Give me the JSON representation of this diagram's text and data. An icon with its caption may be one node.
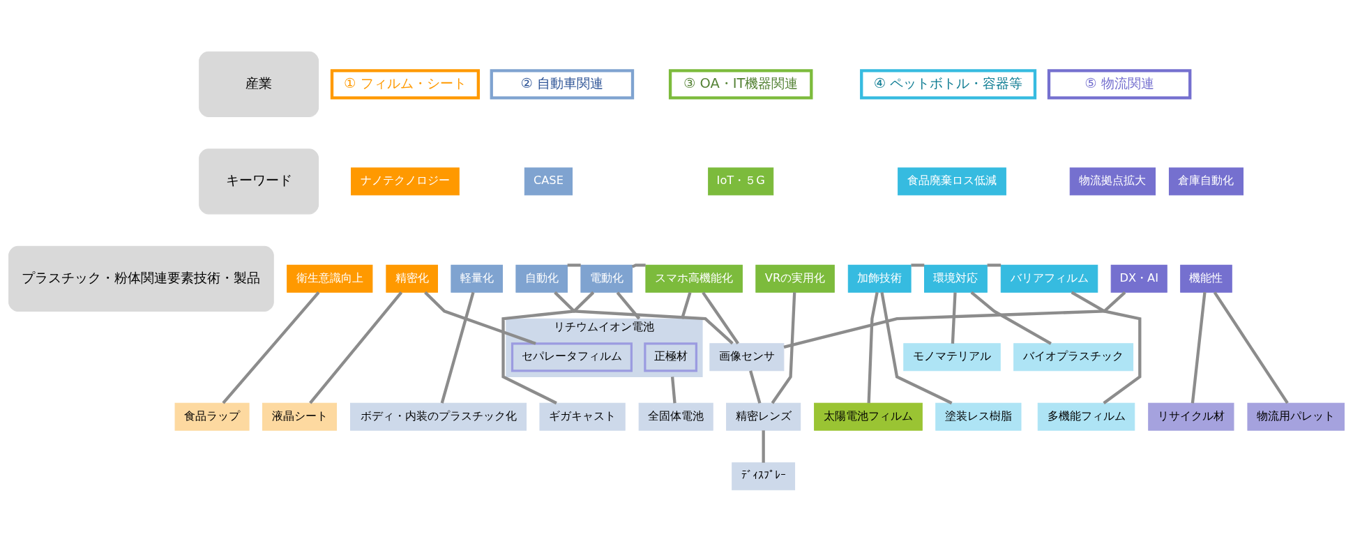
{
  "diagram": {
    "nodes": [
      {
        "text": [
          "産業"
        ]
      },
      {
        "text": [
          "① フィルム・シート"
        ]
      },
      {
        "text": [
          "② 自動車関連"
        ]
      },
      {
        "text": [
          "③ OA・IT機器関連"
        ]
      },
      {
        "text": [
          "④ ペットボトル・容器等"
        ]
      },
      {
        "text": [
          "⑤ 物流関連"
        ]
      },
      {
        "text": [
          "キーワード"
        ]
      },
      {
        "text": [
          "ナノテクノロジー"
        ]
      },
      {
        "text": [
          "CASE"
        ]
      },
      {
        "text": [
          "IoT・５G"
        ]
      },
      {
        "text": [
          "食品廃棄ロス低減"
        ]
      },
      {
        "text": [
          "物流拠点拡大"
        ]
      },
      {
        "text": [
          "倉庫自動化"
        ]
      },
      {
        "text": [
          "衛生意識向上"
        ]
      },
      {
        "text": [
          "精密化"
        ]
      },
      {
        "text": [
          "軽量化"
        ]
      },
      {
        "text": [
          "自動化"
        ]
      },
      {
        "text": [
          "電動化"
        ]
      },
      {
        "text": [
          "スマホ高機能化"
        ]
      },
      {
        "text": [
          "VRの実用化"
        ]
      },
      {
        "text": [
          "加飾技術"
        ]
      },
      {
        "text": [
          "環境対応"
        ]
      },
      {
        "text": [
          "バリアフィルム"
        ]
      },
      {
        "text": [
          "DX・AI"
        ]
      },
      {
        "text": [
          "機能性"
        ]
      },
      {
        "text": [
          "プラスチック・粉体関連要素技術・製品"
        ]
      },
      {
        "text": [
          "画像センサ"
        ]
      },
      {
        "text": [
          "精密レンズ"
        ]
      },
      {
        "text": [
          "ﾃﾞｨｽﾌﾟﾚｰ"
        ]
      },
      {
        "text": [
          "リチウムイオン電池"
        ]
      },
      {
        "text": [
          "正極材"
        ],
        "in": 29
      },
      {
        "text": [
          "セパレータフィルム"
        ],
        "in": 29
      },
      {
        "text": [
          "バイオプラスチック"
        ]
      },
      {
        "text": [
          "モノマテリアル"
        ]
      },
      {
        "text": [
          "太陽電池フィルム"
        ]
      },
      {
        "text": [
          "塗装レス樹脂"
        ]
      },
      {
        "text": [
          "多機能フィルム"
        ]
      },
      {
        "text": [
          "リサイクル材"
        ]
      },
      {
        "text": [
          "物流用パレット"
        ]
      },
      {
        "text": [
          "食品ラップ"
        ]
      },
      {
        "text": [
          "液晶シート"
        ]
      },
      {
        "text": [
          "ボディ・内装のプラスチック化"
        ]
      },
      {
        "text": [
          "ギガキャスト"
        ]
      },
      {
        "text": [
          "全固体電池"
        ]
      }
    ],
    "edges": [
      {
        "from": 13,
        "to": 39,
        "arrow": "none"
      },
      {
        "from": 14,
        "to": 40,
        "arrow": "none"
      },
      {
        "from": 14,
        "to": 31,
        "arrow": "none"
      },
      {
        "from": 15,
        "to": 41,
        "arrow": "none"
      },
      {
        "from": 16,
        "to": 17,
        "arrow": "none"
      },
      {
        "from": 17,
        "to": 18,
        "arrow": "none"
      },
      {
        "from": 16,
        "to": 26,
        "arrow": "none"
      },
      {
        "from": 18,
        "to": 26,
        "arrow": "none"
      },
      {
        "from": 23,
        "to": 26,
        "arrow": "none"
      },
      {
        "from": 26,
        "to": 27,
        "arrow": "none"
      },
      {
        "from": 27,
        "to": 28,
        "arrow": "none"
      },
      {
        "from": 19,
        "to": 27,
        "arrow": "none"
      },
      {
        "from": 17,
        "to": 42,
        "arrow": "none"
      },
      {
        "from": 17,
        "to": 29,
        "arrow": "none"
      },
      {
        "from": 18,
        "to": 29,
        "arrow": "none"
      },
      {
        "from": 29,
        "to": 43,
        "arrow": "none"
      },
      {
        "from": 21,
        "to": 20,
        "arrow": "none"
      },
      {
        "from": 21,
        "to": 22,
        "arrow": "none"
      },
      {
        "from": 20,
        "to": 35,
        "arrow": "none"
      },
      {
        "from": 20,
        "to": 34,
        "arrow": "none"
      },
      {
        "from": 21,
        "to": 32,
        "arrow": "none"
      },
      {
        "from": 21,
        "to": 33,
        "arrow": "none"
      },
      {
        "from": 22,
        "to": 36,
        "arrow": "none"
      },
      {
        "from": 24,
        "to": 38,
        "arrow": "none"
      },
      {
        "from": 24,
        "to": 37,
        "arrow": "none"
      }
    ]
  }
}
